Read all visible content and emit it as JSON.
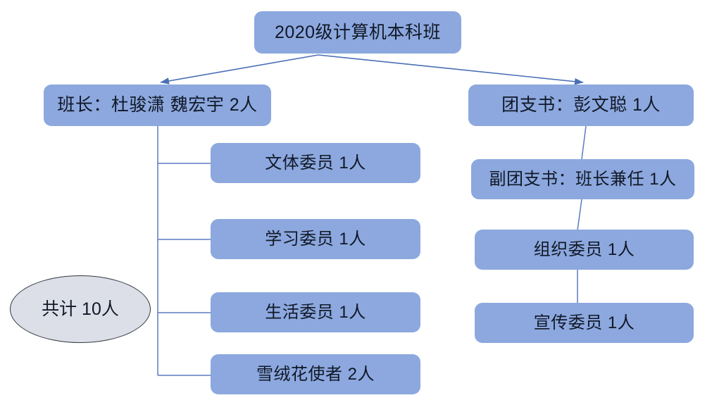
{
  "diagram": {
    "title_node": {
      "id": "class-root",
      "label": "2020级计算机本科班"
    },
    "branches": [
      {
        "id": "monitor-branch",
        "head": {
          "id": "monitor",
          "label": "班长：杜骏潇 魏宏宇 2人",
          "role": "班长",
          "names": "杜骏潇 魏宏宇",
          "count": "2人"
        },
        "children": [
          {
            "id": "culture-sports-officer",
            "label": "文体委员 1人",
            "role": "文体委员",
            "count": "1人"
          },
          {
            "id": "study-officer",
            "label": "学习委员 1人",
            "role": "学习委员",
            "count": "1人"
          },
          {
            "id": "life-officer",
            "label": "生活委员 1人",
            "role": "生活委员",
            "count": "1人"
          },
          {
            "id": "edelweiss-messenger",
            "label": "雪绒花使者 2人",
            "role": "雪绒花使者",
            "count": "2人"
          }
        ]
      },
      {
        "id": "league-branch",
        "head": {
          "id": "league-secretary",
          "label": "团支书：彭文聪 1人",
          "role": "团支书",
          "names": "彭文聪",
          "count": "1人"
        },
        "children": [
          {
            "id": "deputy-league-secretary",
            "label": "副团支书：班长兼任 1人",
            "role": "副团支书",
            "names": "班长兼任",
            "count": "1人"
          },
          {
            "id": "organization-officer",
            "label": "组织委员 1人",
            "role": "组织委员",
            "count": "1人"
          },
          {
            "id": "publicity-officer",
            "label": "宣传委员 1人",
            "role": "宣传委员",
            "count": "1人"
          }
        ]
      }
    ],
    "summary_node": {
      "id": "total-members",
      "label": "共计 10人",
      "count": "10人"
    },
    "colors": {
      "node_fill": "#8CA8DE",
      "summary_fill": "#DCDFE8",
      "summary_stroke": "#33383F",
      "connector": "#5B7BBF",
      "text": "#111827",
      "background": "#FFFFFF"
    }
  }
}
